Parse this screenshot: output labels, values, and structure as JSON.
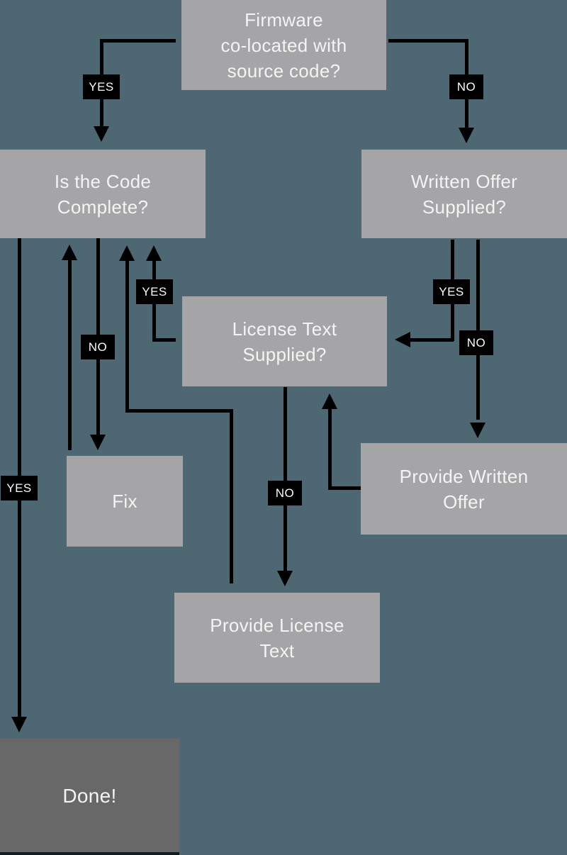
{
  "colors": {
    "bg": "#4d6872",
    "node_fill": "#a5a4a7",
    "node_text": "#f4f4f4",
    "done_fill": "#696869",
    "edge": "#000000",
    "label_bg": "#000000",
    "label_text": "#fafafa",
    "done_strip": "#0e1e26"
  },
  "diagram_type": "flowchart",
  "nodes": [
    {
      "id": "firmware-colocated",
      "label": "Firmware\nco-located with\nsource code?"
    },
    {
      "id": "code-complete",
      "label": "Is the Code\nComplete?"
    },
    {
      "id": "written-offer",
      "label": "Written Offer\nSupplied?"
    },
    {
      "id": "license-text",
      "label": "License Text\nSupplied?"
    },
    {
      "id": "fix",
      "label": "Fix"
    },
    {
      "id": "provide-written-offer",
      "label": "Provide Written\nOffer"
    },
    {
      "id": "provide-license-text",
      "label": "Provide License\nText"
    },
    {
      "id": "done",
      "label": "Done!"
    }
  ],
  "edge_labels": [
    {
      "edge": "firmware-to-code-complete",
      "text": "YES"
    },
    {
      "edge": "firmware-to-written-offer",
      "text": "NO"
    },
    {
      "edge": "code-complete-to-done",
      "text": "YES"
    },
    {
      "edge": "code-complete-to-fix",
      "text": "NO"
    },
    {
      "edge": "license-text-to-code-complete",
      "text": "YES"
    },
    {
      "edge": "license-text-to-provide-license-text",
      "text": "NO"
    },
    {
      "edge": "written-offer-to-license-text",
      "text": "YES"
    },
    {
      "edge": "written-offer-to-provide-written-offer",
      "text": "NO"
    }
  ]
}
